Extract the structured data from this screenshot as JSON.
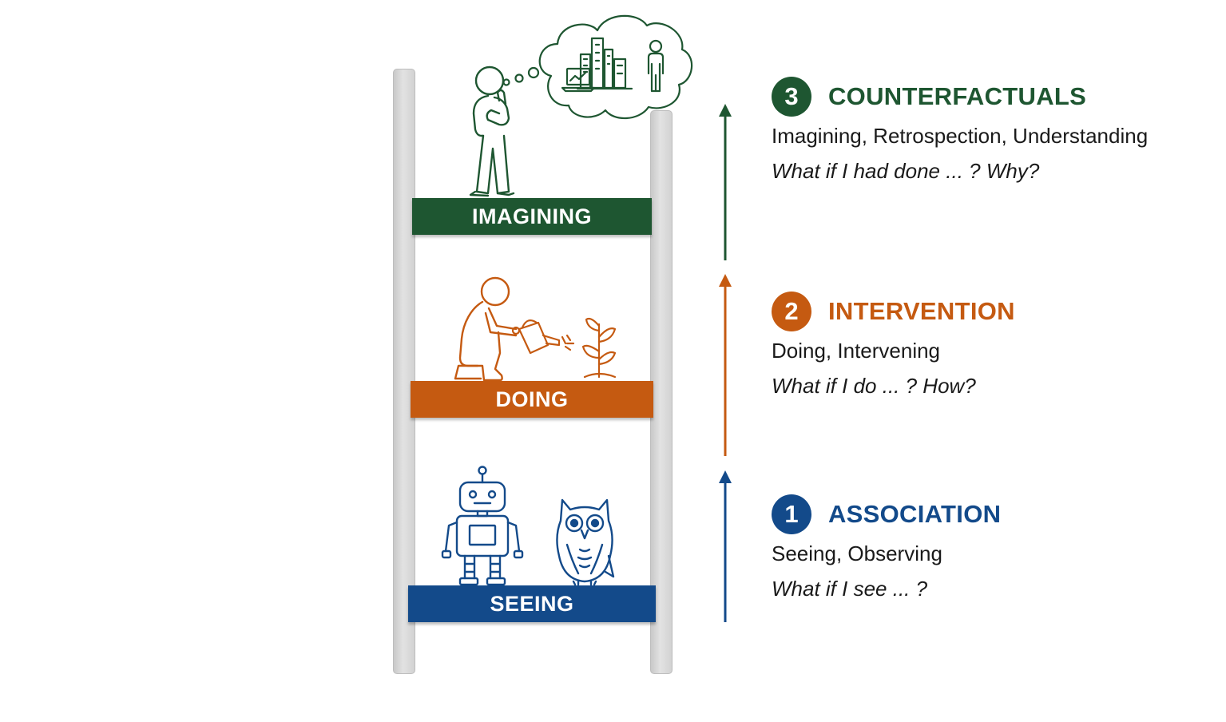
{
  "colors": {
    "counterfactuals": "#1e5631",
    "intervention": "#c55a11",
    "association": "#134a8a",
    "rail": "#d9d9d9"
  },
  "rungs": {
    "imagining": "IMAGINING",
    "doing": "DOING",
    "seeing": "SEEING"
  },
  "levels": [
    {
      "number": "3",
      "title": "COUNTERFACTUALS",
      "description": "Imagining, Retrospection, Understanding",
      "question": "What if I had done ... ? Why?"
    },
    {
      "number": "2",
      "title": "INTERVENTION",
      "description": "Doing, Intervening",
      "question": "What if I do ... ? How?"
    },
    {
      "number": "1",
      "title": "ASSOCIATION",
      "description": "Seeing, Observing",
      "question": "What if I see ... ?"
    }
  ],
  "icons": {
    "thinking_person": "thinking-person-icon",
    "thought_cloud": "thought-cloud-icon",
    "gardener": "kneeling-gardener-icon",
    "watering_can": "watering-can-icon",
    "plant": "sprout-icon",
    "robot": "robot-icon",
    "owl": "owl-icon"
  }
}
